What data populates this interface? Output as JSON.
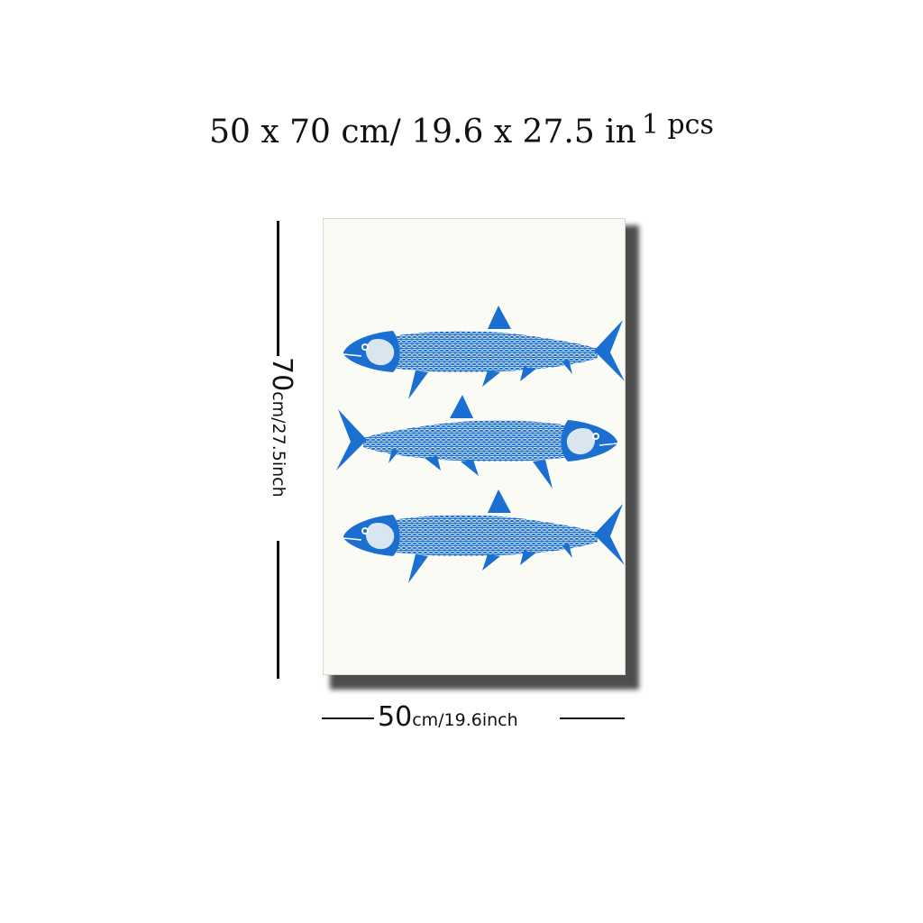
{
  "title": {
    "main": "50 x 70 cm/ 19.6 x 27.5 in",
    "qty": "1 pcs"
  },
  "dimensions": {
    "height_value": "70",
    "height_unit": "cm/27.5inch",
    "width_value": "50",
    "width_unit": "cm/19.6inch"
  },
  "artwork": {
    "subject": "three blue engraved fish",
    "ink_color": "#1a6fd1",
    "paper_color": "#fbfbf6"
  }
}
